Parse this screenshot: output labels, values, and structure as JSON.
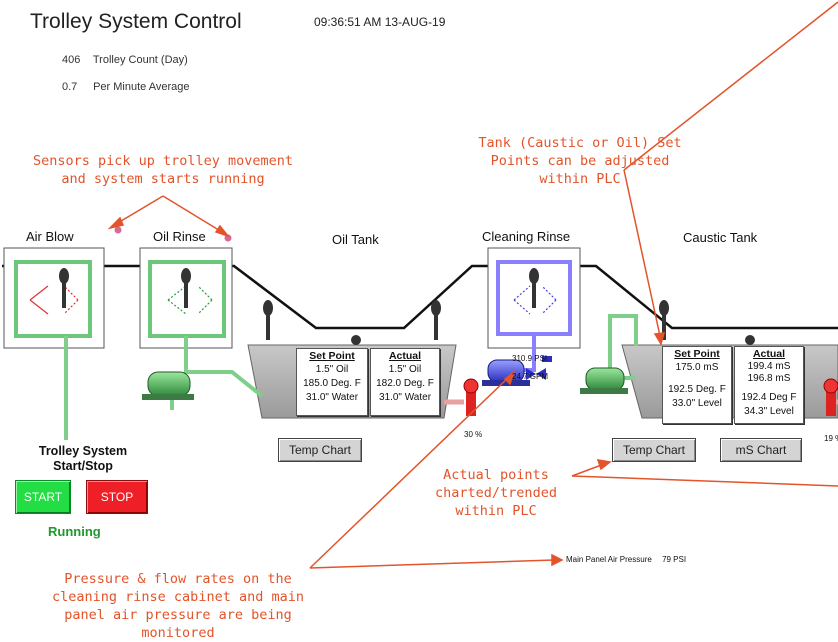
{
  "header": {
    "title": "Trolley System Control",
    "datetime": "09:36:51 AM 13-AUG-19"
  },
  "stats": [
    {
      "value": "406",
      "label": "Trolley Count (Day)"
    },
    {
      "value": "0.7",
      "label": "Per Minute Average"
    }
  ],
  "annotations": {
    "sensors": "Sensors pick up trolley movement and system starts running",
    "setpoints": "Tank (Caustic or Oil) Set Points can be adjusted within PLC",
    "actual": "Actual points charted/trended within PLC",
    "pressure": "Pressure & flow rates on the cleaning rinse cabinet and main panel air pressure are being monitored"
  },
  "stations": {
    "air_blow": "Air Blow",
    "oil_rinse": "Oil Rinse",
    "oil_tank": "Oil Tank",
    "cleaning_rinse": "Cleaning Rinse",
    "caustic_tank": "Caustic Tank"
  },
  "oil_tank": {
    "setpoint_header": "Set Point",
    "setpoint_lines": [
      "1.5\" Oil",
      "185.0 Deg. F",
      "31.0\" Water"
    ],
    "actual_header": "Actual",
    "actual_lines": [
      "1.5\" Oil",
      "182.0 Deg. F",
      "31.0\" Water"
    ],
    "temp_chart": "Temp Chart",
    "valve_pct": "30 %"
  },
  "cleaning_rinse": {
    "pressure": "310.9 PSI",
    "flow": "24.7 GPM"
  },
  "caustic_tank": {
    "setpoint_header": "Set Point",
    "setpoint_lines": [
      "175.0 mS",
      "192.5 Deg. F",
      "33.0\" Level"
    ],
    "actual_header": "Actual",
    "actual_lines": [
      "199.4 mS",
      "196.8 mS",
      "192.4 Deg F",
      "34.3\" Level"
    ],
    "temp_chart": "Temp Chart",
    "ms_chart": "mS Chart",
    "valve_pct": "19 %"
  },
  "trolley_system": {
    "label_line1": "Trolley System",
    "label_line2": "Start/Stop",
    "start": "START",
    "stop": "STOP",
    "status": "Running"
  },
  "main_panel": {
    "label": "Main Panel Air Pressure",
    "value": "79 PSI"
  },
  "colors": {
    "annotation": "#e3542a",
    "running": "#1e9a2a",
    "start": "#22dd44",
    "stop": "#ee1f26",
    "pipe": "#7fcf8a",
    "rinse": "#7b6cff"
  }
}
